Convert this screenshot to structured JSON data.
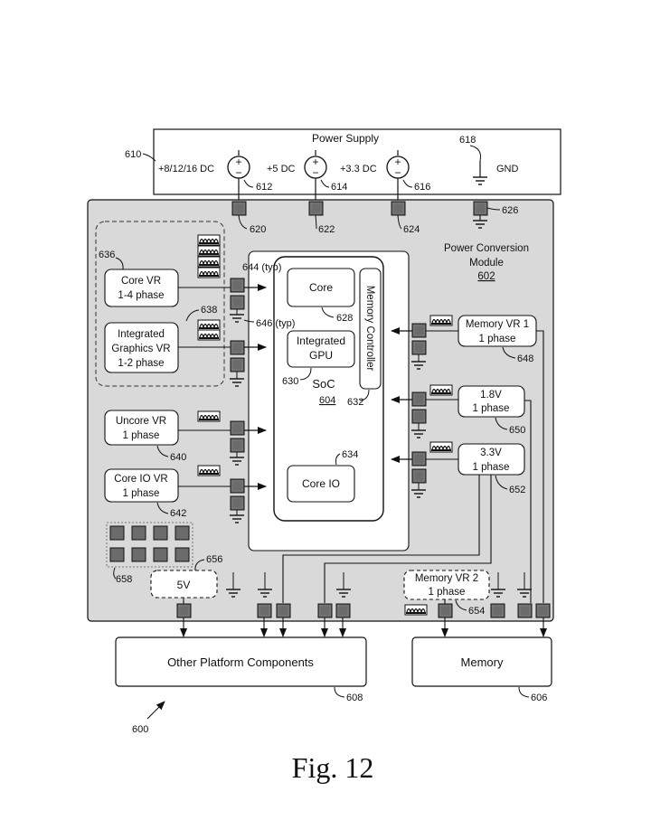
{
  "power_supply": {
    "title": "Power Supply",
    "rails": [
      {
        "label": "+8/12/16 DC",
        "ref": "612"
      },
      {
        "label": "+5 DC",
        "ref": "614"
      },
      {
        "label": "+3.3 DC",
        "ref": "616"
      }
    ],
    "gnd_label": "GND",
    "gnd_ref": "618",
    "ref": "610"
  },
  "pcm": {
    "title_line1": "Power Conversion",
    "title_line2": "Module",
    "ref": "602"
  },
  "pin_refs": {
    "p620": "620",
    "p622": "622",
    "p624": "624",
    "p626": "626",
    "p644": "644 (typ)",
    "p646": "646 (typ)"
  },
  "vr_left": [
    {
      "line1": "Core VR",
      "line2": "1-4 phase",
      "ref": "636"
    },
    {
      "line1": "Integrated",
      "line2": "Graphics VR",
      "line3": "1-2 phase",
      "ref": "638"
    },
    {
      "line1": "Uncore VR",
      "line2": "1 phase",
      "ref": "640"
    },
    {
      "line1": "Core IO VR",
      "line2": "1 phase",
      "ref": "642"
    }
  ],
  "vr_right": [
    {
      "line1": "Memory VR 1",
      "line2": "1 phase",
      "ref": "648"
    },
    {
      "line1": "1.8V",
      "line2": "1 phase",
      "ref": "650"
    },
    {
      "line1": "3.3V",
      "line2": "1 phase",
      "ref": "652"
    }
  ],
  "soc": {
    "label": "SoC",
    "ref": "604",
    "core_label": "Core",
    "core_ref": "628",
    "gpu_line1": "Integrated",
    "gpu_line2": "GPU",
    "gpu_ref": "630",
    "mc_label": "Memory Controller",
    "mc_ref": "632",
    "coreio_label": "Core IO",
    "coreio_ref": "634"
  },
  "bottom": {
    "v5_label": "5V",
    "v5_ref": "656",
    "grid_ref": "658",
    "memvr2_line1": "Memory VR 2",
    "memvr2_line2": "1 phase",
    "memvr2_ref": "654",
    "other_label": "Other Platform Components",
    "other_ref": "608",
    "memory_label": "Memory",
    "memory_ref": "606",
    "system_ref": "600"
  },
  "figure_label": "Fig. 12",
  "colors": {
    "module_fill": "#d9d9d9",
    "pin_fill": "#6b6b6b",
    "stroke": "#111111"
  }
}
